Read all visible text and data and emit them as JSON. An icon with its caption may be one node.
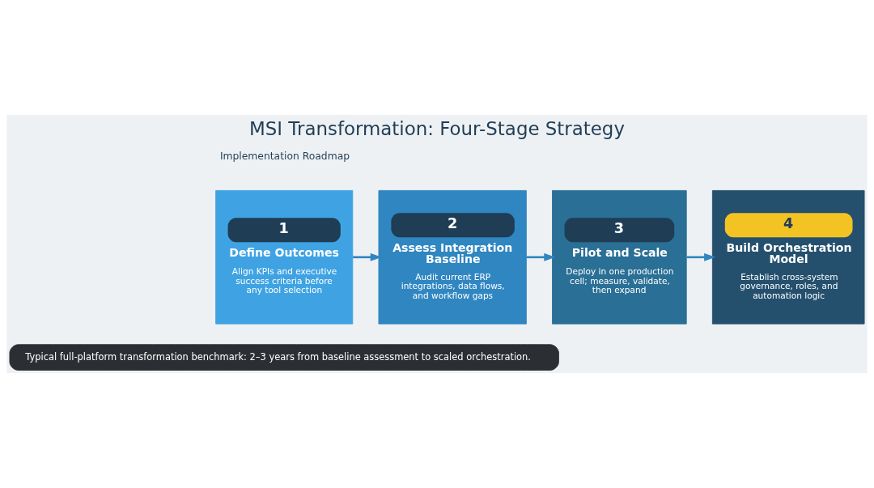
{
  "diagram": {
    "title": "MSI Transformation: Four-Stage Strategy",
    "nodes": [
      {
        "text": [
          "1",
          "Define Outcomes",
          "Align KPIs and executive success criteria before any tool selection"
        ]
      },
      {
        "text": [
          "2",
          "Assess Integration Baseline",
          "Audit current ERP integrations, data flows, and workflow gaps"
        ]
      },
      {
        "text": [
          "3",
          "Pilot and Scale",
          "Deploy in one production cell; measure, validate, then expand"
        ]
      },
      {
        "text": [
          "4",
          "Build Orchestration Model",
          "Establish cross-system governance, roles, and automation logic"
        ]
      },
      {
        "text": [
          "Typical full-platform transformation benchmark: 2–3 years from baseline assessment to scaled orchestration."
        ]
      }
    ],
    "edges": [
      {
        "from": 0,
        "to": 1,
        "arrow": "to"
      },
      {
        "from": 1,
        "to": 2,
        "arrow": "to"
      },
      {
        "from": 2,
        "to": 3,
        "arrow": "to"
      }
    ],
    "labels": [
      "Implementation Roadmap"
    ]
  }
}
